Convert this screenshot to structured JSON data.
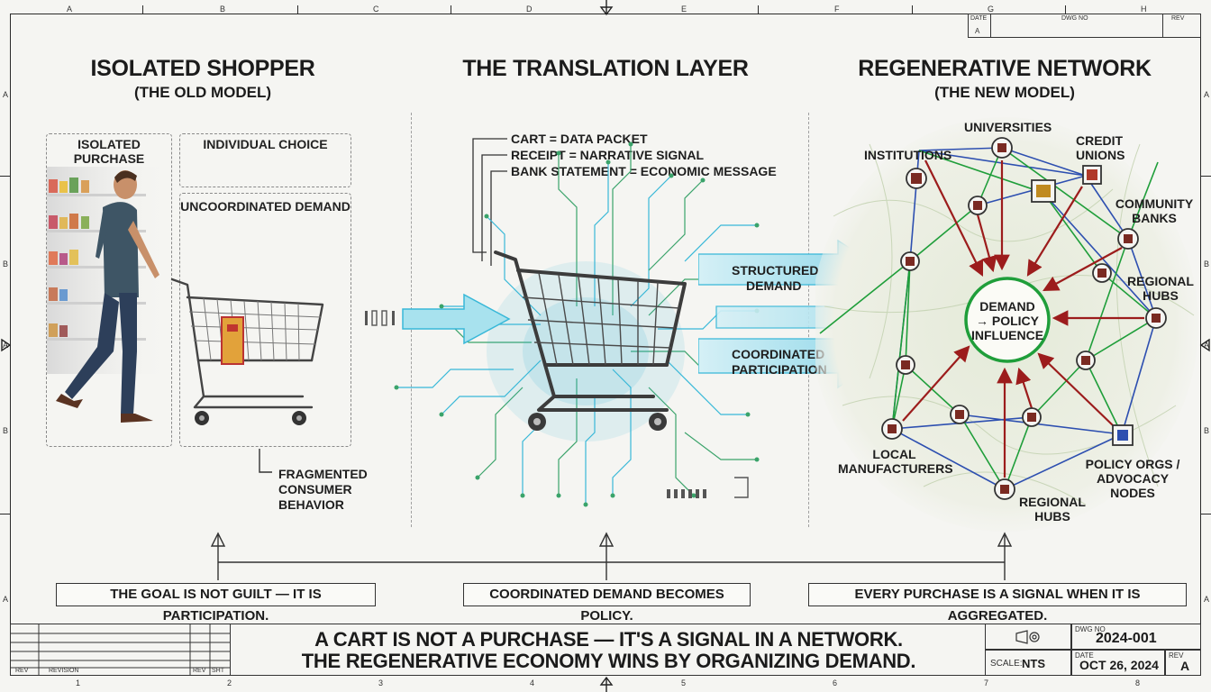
{
  "border": {
    "columns": [
      "A",
      "B",
      "C",
      "D",
      "E",
      "F",
      "G",
      "H"
    ],
    "bottom_numbers": [
      "1",
      "2",
      "3",
      "4",
      "5",
      "6",
      "7",
      "8"
    ],
    "rows_left": [
      "A",
      "B",
      "A",
      "B",
      "A"
    ],
    "rows_right": [
      "A",
      "B",
      "A",
      "B",
      "A"
    ]
  },
  "sections": {
    "left": {
      "title": "ISOLATED SHOPPER",
      "subtitle": "(THE OLD MODEL)"
    },
    "middle": {
      "title": "THE TRANSLATION LAYER"
    },
    "right": {
      "title": "REGENERATIVE NETWORK",
      "subtitle": "(THE NEW MODEL)"
    }
  },
  "left_panel": {
    "box1": "ISOLATED PURCHASE",
    "box2": "INDIVIDUAL CHOICE",
    "box3": "UNCOORDINATED DEMAND",
    "note_lines": [
      "FRAGMENTED",
      "CONSUMER",
      "BEHAVIOR"
    ]
  },
  "translation": {
    "lines": [
      "CART = DATA PACKET",
      "RECEIPT = NARRATIVE SIGNAL",
      "BANK STATEMENT = ECONOMIC MESSAGE"
    ],
    "arrow_top": [
      "STRUCTURED",
      "DEMAND"
    ],
    "arrow_bottom": [
      "COORDINATED",
      "PARTICIPATION"
    ]
  },
  "network": {
    "center": [
      "DEMAND",
      "→ POLICY",
      "INFLUENCE"
    ],
    "labels": {
      "universities": "UNIVERSITIES",
      "institutions": "INSTITUTIONS",
      "credit_unions": [
        "CREDIT",
        "UNIONS"
      ],
      "community_banks": [
        "COMMUNITY",
        "BANKS"
      ],
      "regional_hubs_right": [
        "REGIONAL",
        "HUBS"
      ],
      "local_manufacturers": [
        "LOCAL",
        "MANUFACTURERS"
      ],
      "regional_hubs_bottom": [
        "REGIONAL",
        "HUBS"
      ],
      "policy_orgs": [
        "POLICY ORGS /",
        "ADVOCACY NODES"
      ]
    }
  },
  "goals": [
    "THE GOAL IS NOT GUILT — IT IS PARTICIPATION.",
    "COORDINATED DEMAND BECOMES POLICY.",
    "EVERY PURCHASE IS A SIGNAL WHEN IT IS AGGREGATED."
  ],
  "title_block": {
    "caption_lines": [
      "A CART IS NOT A PURCHASE — IT'S A SIGNAL IN A NETWORK.",
      "THE REGENERATIVE ECONOMY WINS BY ORGANIZING DEMAND."
    ],
    "dwg_no_label": "DWG NO",
    "dwg_no": "2024-001",
    "scale_label": "SCALE:",
    "scale": "NTS",
    "date_label": "DATE",
    "date": "OCT 26, 2024",
    "rev_label": "REV",
    "rev": "A",
    "rev_header": [
      "REV",
      "REVISION"
    ],
    "rev_right": [
      "REV",
      "SHT"
    ]
  },
  "top_block": {
    "left": "DATE",
    "left_sub": "A",
    "center": "DWG NO",
    "right": "REV"
  },
  "colors": {
    "teal": "#38b8d8",
    "green": "#1f9e3a",
    "blue": "#2d4fb0",
    "red": "#9c1c1c"
  }
}
